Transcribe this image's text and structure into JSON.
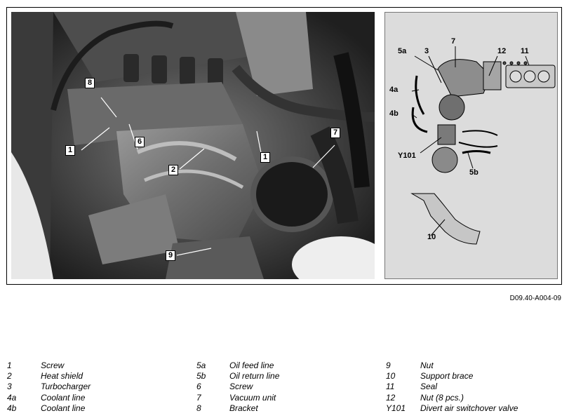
{
  "figure": {
    "photo_callouts": [
      "1",
      "8",
      "6",
      "2",
      "1",
      "7",
      "9"
    ],
    "detail_callouts": [
      "7",
      "5a",
      "3",
      "12",
      "11",
      "4a",
      "4b",
      "Y101",
      "5b",
      "10"
    ],
    "doc_id": "D09.40-A004-09"
  },
  "legend": {
    "columns": [
      [
        {
          "code": "1",
          "text": "Screw"
        },
        {
          "code": "2",
          "text": "Heat shield"
        },
        {
          "code": "3",
          "text": "Turbocharger"
        },
        {
          "code": "4a",
          "text": "Coolant line"
        },
        {
          "code": "4b",
          "text": "Coolant line"
        }
      ],
      [
        {
          "code": "5a",
          "text": "Oil feed line"
        },
        {
          "code": "5b",
          "text": "Oil return line"
        },
        {
          "code": "6",
          "text": "Screw"
        },
        {
          "code": "7",
          "text": "Vacuum unit"
        },
        {
          "code": "8",
          "text": "Bracket"
        }
      ],
      [
        {
          "code": "9",
          "text": "Nut"
        },
        {
          "code": "10",
          "text": "Support brace"
        },
        {
          "code": "11",
          "text": "Seal"
        },
        {
          "code": "12",
          "text": "Nut (8 pcs.)"
        },
        {
          "code": "Y101",
          "text": "Divert air switchover valve"
        }
      ]
    ]
  }
}
